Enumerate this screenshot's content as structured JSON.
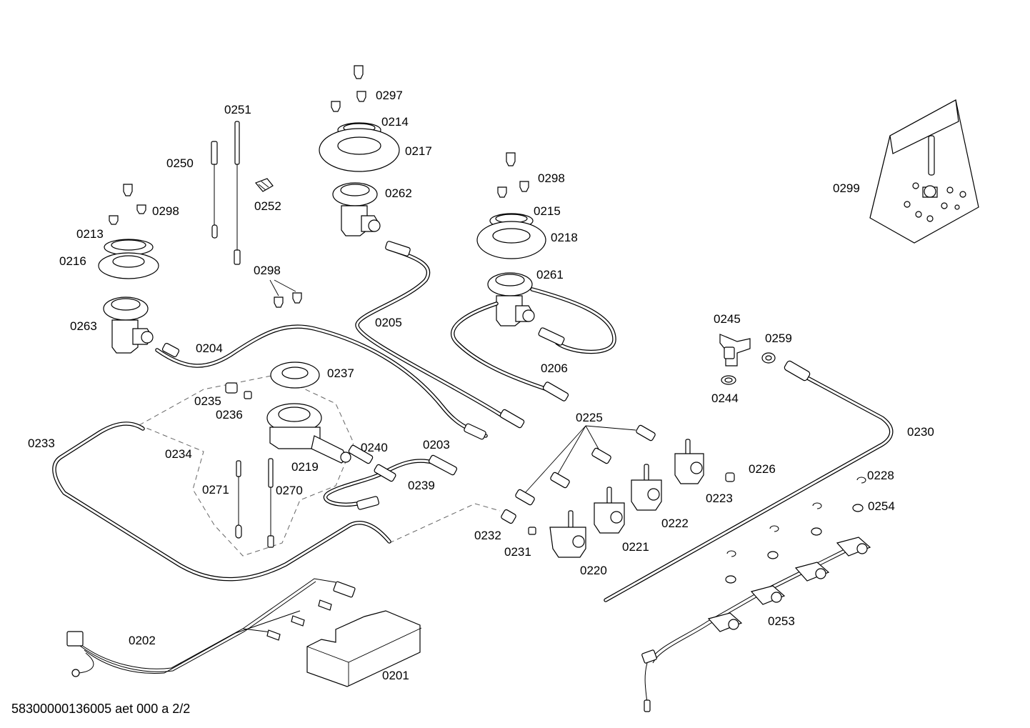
{
  "footer_code": "58300000136005 aet 000 a 2/2",
  "labels": {
    "l0297": "0297",
    "l0251": "0251",
    "l0214": "0214",
    "l0217": "0217",
    "l0250": "0250",
    "l0252": "0252",
    "l0262": "0262",
    "l0298a": "0298",
    "l0213": "0213",
    "l0216": "0216",
    "l0298b": "0298",
    "l0298c": "0298",
    "l0215": "0215",
    "l0218": "0218",
    "l0299": "0299",
    "l0261": "0261",
    "l0263": "0263",
    "l0204": "0204",
    "l0205": "0205",
    "l0245": "0245",
    "l0259": "0259",
    "l0206": "0206",
    "l0237": "0237",
    "l0244": "0244",
    "l0235": "0235",
    "l0236": "0236",
    "l0225": "0225",
    "l0233": "0233",
    "l0230": "0230",
    "l0234": "0234",
    "l0240": "0240",
    "l0203": "0203",
    "l0219": "0219",
    "l0226": "0226",
    "l0228": "0228",
    "l0271": "0271",
    "l0270": "0270",
    "l0239": "0239",
    "l0223": "0223",
    "l0254": "0254",
    "l0222": "0222",
    "l0232": "0232",
    "l0231": "0231",
    "l0221": "0221",
    "l0220": "0220",
    "l0253": "0253",
    "l0202": "0202",
    "l0201": "0201"
  }
}
